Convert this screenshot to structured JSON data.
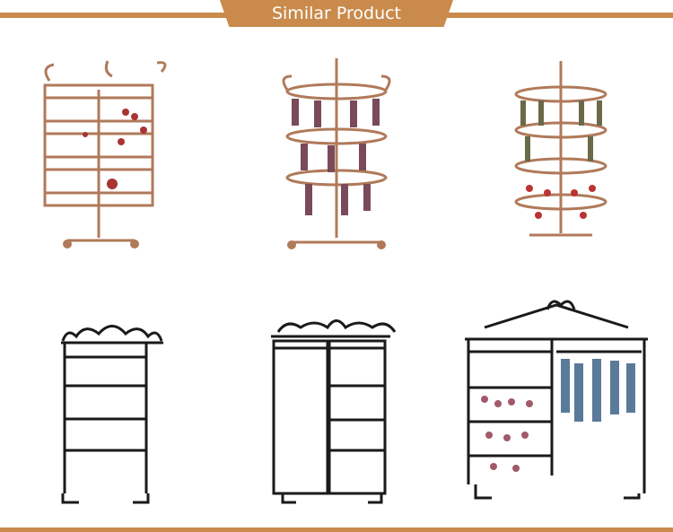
{
  "header": {
    "title": "Similar Product"
  },
  "colors": {
    "accent": "#c98a4b",
    "copper": "#b07a5a",
    "black": "#1a1a1a"
  },
  "products": [
    {
      "id": "p1",
      "kind": "copper-square-tiered-earring-stand"
    },
    {
      "id": "p2",
      "kind": "copper-round-carousel-earring-stand"
    },
    {
      "id": "p3",
      "kind": "copper-round-tower-earring-stand"
    },
    {
      "id": "p4",
      "kind": "black-heart-top-earring-board"
    },
    {
      "id": "p5",
      "kind": "black-double-panel-earring-board"
    },
    {
      "id": "p6",
      "kind": "black-wide-panel-jewelry-display"
    }
  ]
}
